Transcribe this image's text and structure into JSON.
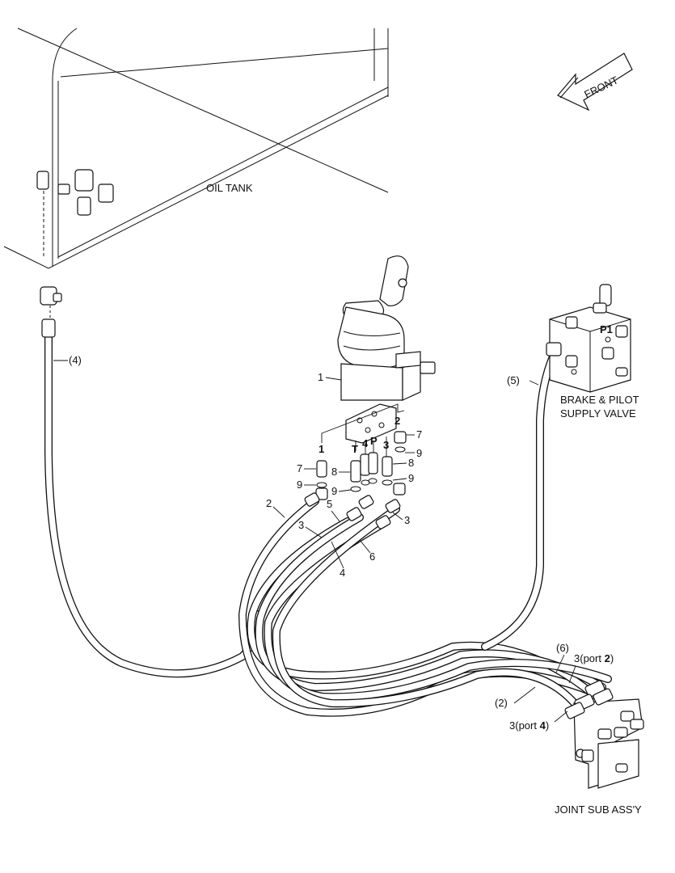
{
  "labels": {
    "oil_tank": "OIL TANK",
    "front": "FRONT",
    "brake_valve_line1": "BRAKE & PILOT",
    "brake_valve_line2": "SUPPLY VALVE",
    "joint_sub_assy": "JOINT SUB ASS'Y",
    "port_p1": "P1"
  },
  "callouts": {
    "c1_pilot_valve": "1",
    "c2_hose": "2",
    "c3_hose_a": "3",
    "c3_hose_b": "3",
    "c4_hose": "4",
    "c5_hose": "5",
    "c6_hose": "6",
    "c7_a": "7",
    "c7_b": "7",
    "c8_a": "8",
    "c8_b": "8",
    "c9_a": "9",
    "c9_b": "9",
    "c9_c": "9",
    "c9_d": "9",
    "ref_4": "(4)",
    "ref_5": "(5)",
    "ref_6": "(6)",
    "ref_2": "(2)"
  },
  "port_markers": {
    "p1": "1",
    "p2": "2",
    "pT": "T",
    "p4": "4",
    "pP": "P",
    "p3": "3"
  },
  "port_refs": {
    "port2_num": "3",
    "port2_open": "(port ",
    "port2_bold": "2",
    "port2_close": ")",
    "port4_num": "3",
    "port4_open": "(port ",
    "port4_bold": "4",
    "port4_close": ")"
  }
}
